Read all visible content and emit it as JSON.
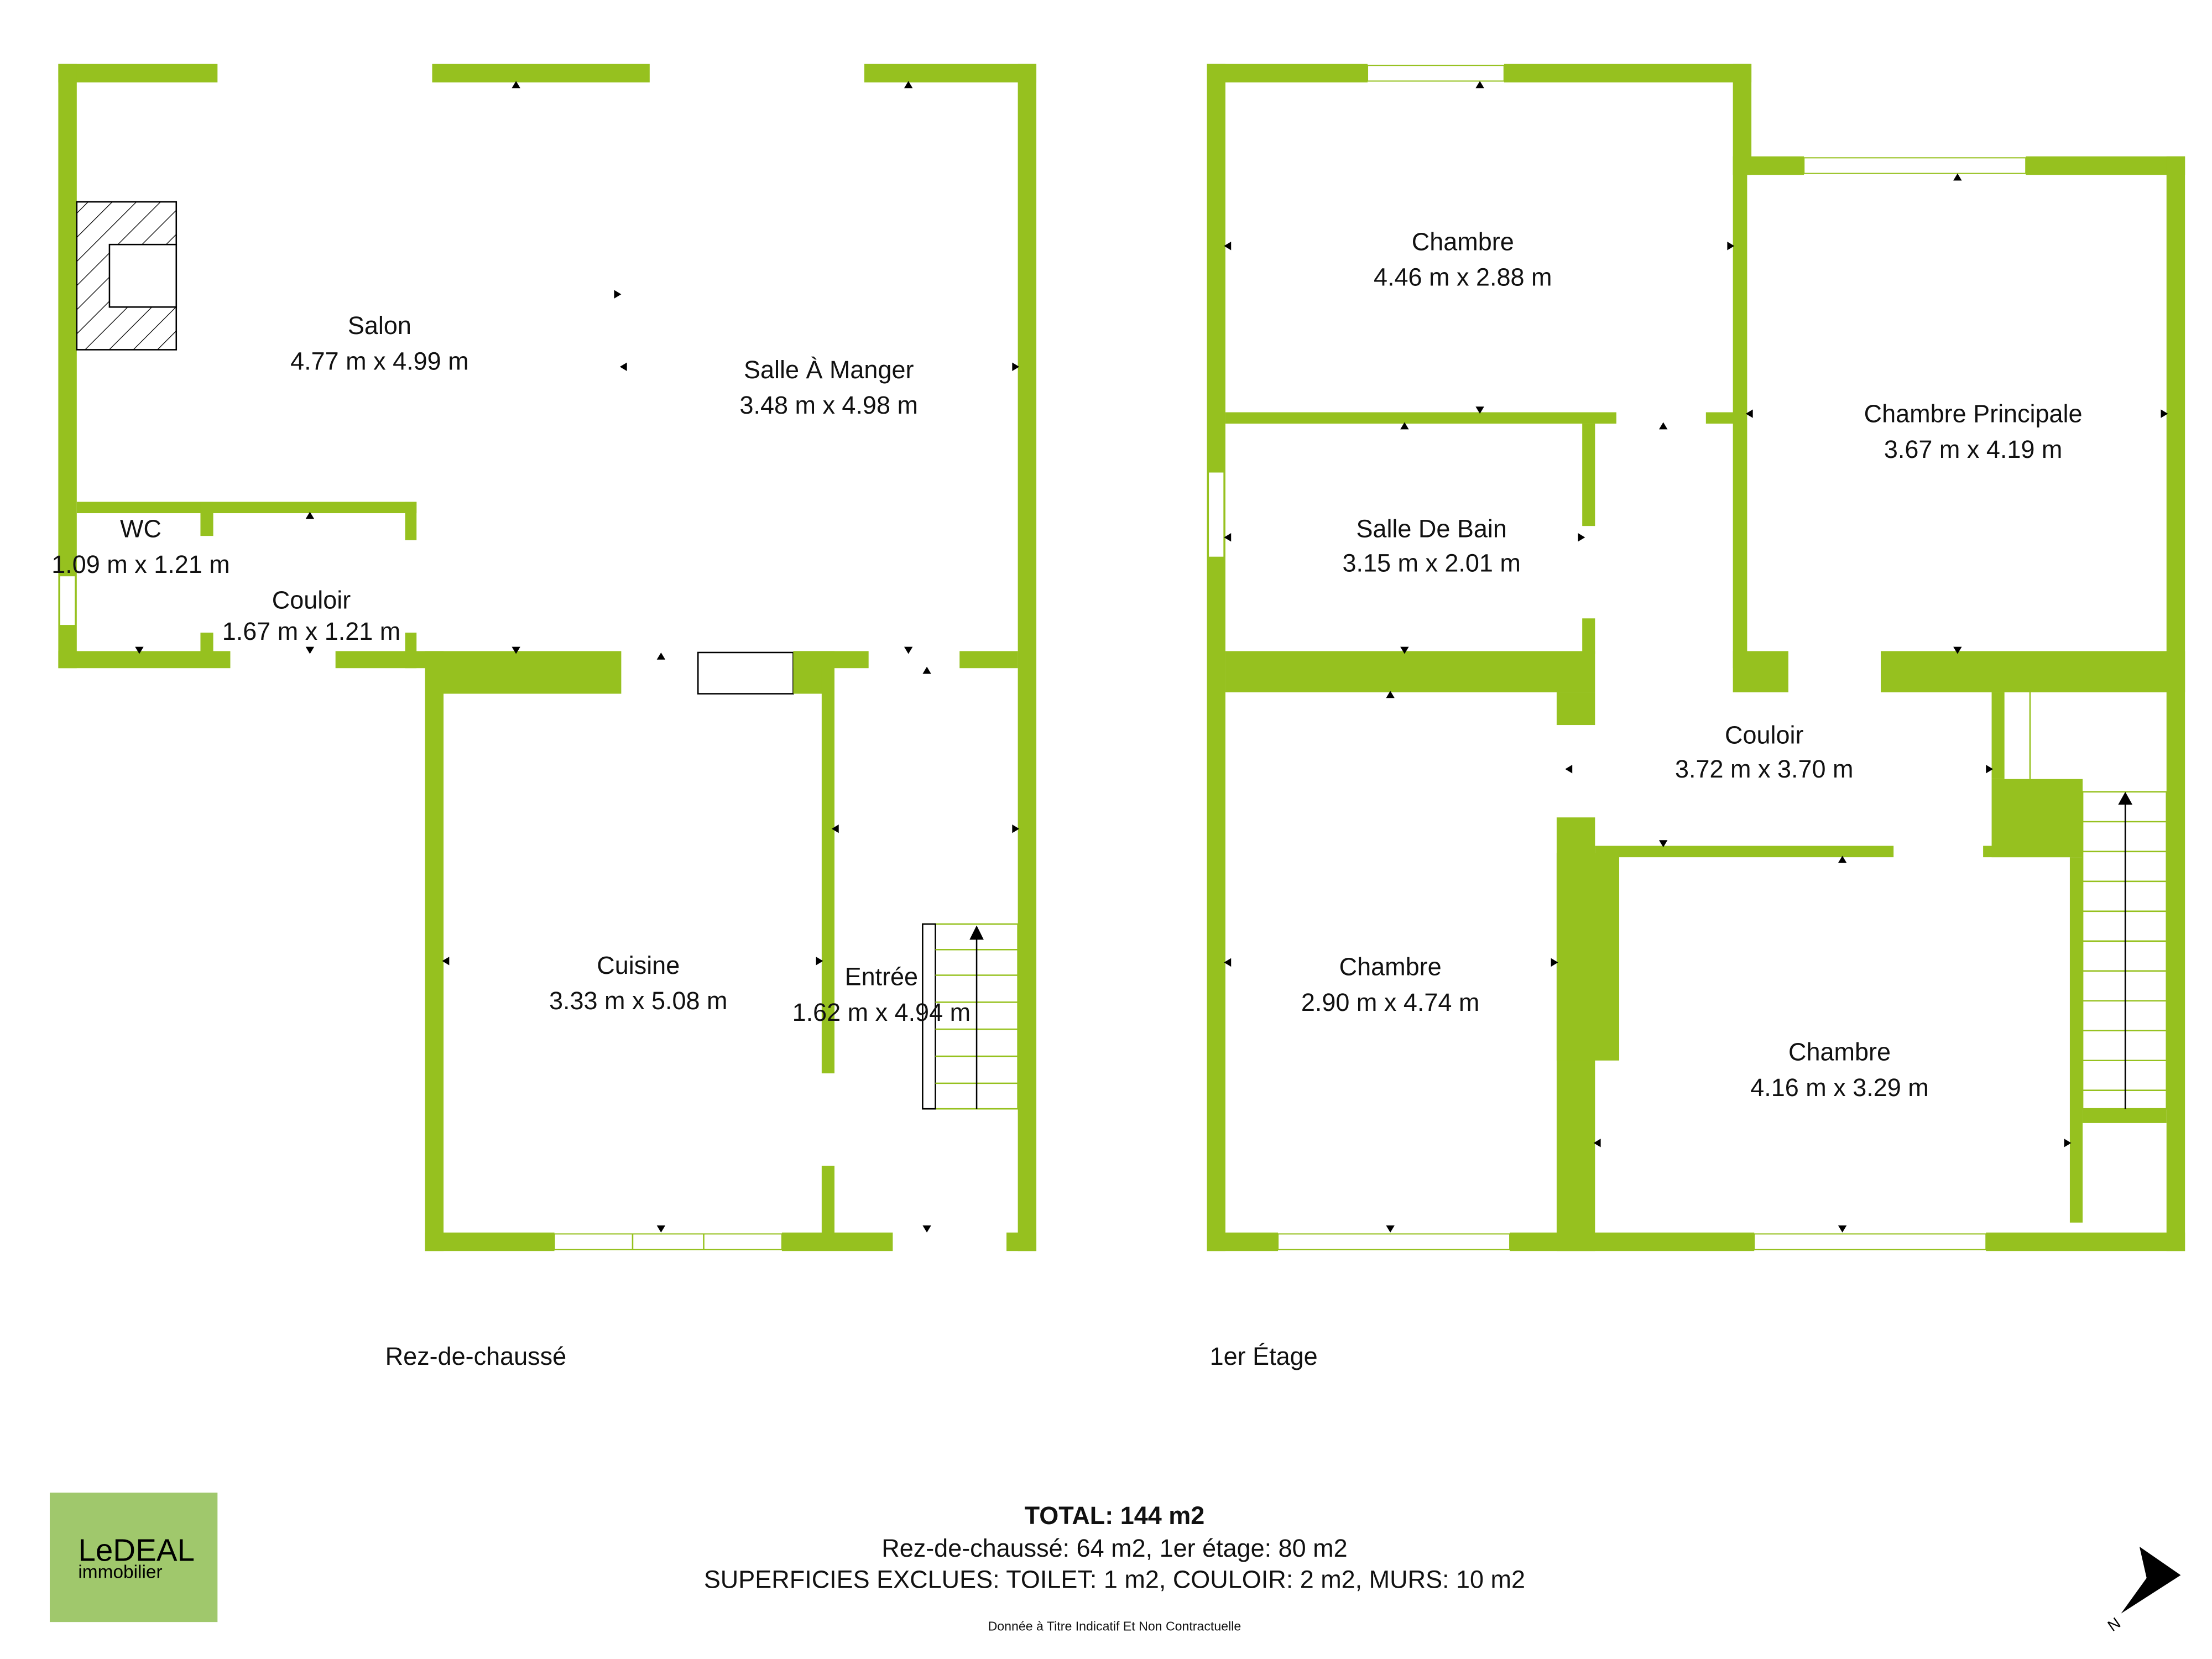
{
  "colors": {
    "wall": "#96c11f",
    "logo_bg": "#a0c86c"
  },
  "ground_floor": {
    "name": "Rez-de-chaussé",
    "rooms": [
      {
        "name": "Salon",
        "dims": "4.77 m x 4.99 m"
      },
      {
        "name": "Salle À Manger",
        "dims": "3.48 m x 4.98 m"
      },
      {
        "name": "WC",
        "dims": "1.09 m x 1.21 m"
      },
      {
        "name": "Couloir",
        "dims": "1.67 m x 1.21 m"
      },
      {
        "name": "Cuisine",
        "dims": "3.33 m x 5.08 m"
      },
      {
        "name": "Entrée",
        "dims": "1.62 m x 4.94 m"
      }
    ]
  },
  "first_floor": {
    "name": "1er Étage",
    "rooms": [
      {
        "name": "Chambre",
        "dims": "4.46 m x 2.88 m"
      },
      {
        "name": "Chambre Principale",
        "dims": "3.67 m x 4.19 m"
      },
      {
        "name": "Salle De Bain",
        "dims": "3.15 m x 2.01 m"
      },
      {
        "name": "Couloir",
        "dims": "3.72 m x 3.70 m"
      },
      {
        "name": "Chambre",
        "dims": "2.90 m x 4.74 m"
      },
      {
        "name": "Chambre",
        "dims": "4.16 m x 3.29 m"
      }
    ]
  },
  "summary": {
    "total": "TOTAL: 144 m2",
    "per_floor": "Rez-de-chaussé: 64 m2, 1er étage: 80 m2",
    "excluded": "SUPERFICIES EXCLUES: TOILET: 1 m2, COULOIR: 2 m2, MURS: 10 m2",
    "disclaimer": "Donnée à Titre Indicatif Et Non Contractuelle"
  },
  "logo": {
    "line1": "LeDEAL",
    "line2": "immobilier"
  },
  "compass": {
    "label": "N",
    "icon": "north-arrow-icon"
  }
}
